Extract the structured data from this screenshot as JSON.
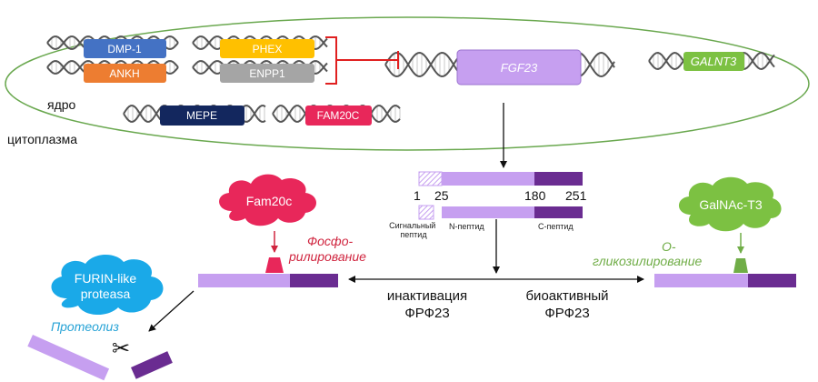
{
  "regions": {
    "nucleus": "ядро",
    "cytoplasm": "цитоплазма"
  },
  "genes": {
    "dmp1": "DMP-1",
    "ankh": "ANKH",
    "phex": "PHEX",
    "enpp1": "ENPP1",
    "fgf23": "FGF23",
    "galnt3": "GALNT3",
    "mepe": "MEPE",
    "fam20c": "FAM20C"
  },
  "protein": {
    "pos_start": "1",
    "pos_signal_end": "25",
    "pos_cleavage": "180",
    "pos_end": "251",
    "signal_peptide": "Сигнальный\nпептид",
    "n_peptide": "N-пептид",
    "c_peptide": "C-пептид"
  },
  "enzymes": {
    "fam20c": "Fam20c",
    "galnac": "GalNAc-T3",
    "furin_line1": "FURIN-like",
    "furin_line2": "proteasa"
  },
  "processes": {
    "phospho_line1": "Фосфо-",
    "phospho_line2": "рилирование",
    "glyco_line1": "О-",
    "glyco_line2": "гликозилирование",
    "proteolysis": "Протеолиз"
  },
  "outcomes": {
    "inactivation_line1": "инактивация",
    "inactivation_line2": "ФРФ23",
    "bioactive_line1": "биоактивный",
    "bioactive_line2": "ФРФ23"
  },
  "icons": {
    "scissors": "✂"
  },
  "colors": {
    "dmp1": "#4472c4",
    "ankh": "#ed7d31",
    "phex": "#ffc000",
    "enpp1": "#a5a5a5",
    "fgf23": "#c69ff0",
    "galnt3": "#7cc142",
    "mepe": "#13275e",
    "fam20c": "#e8275a",
    "n_peptide": "#c69ff0",
    "c_peptide": "#6a2c91",
    "inhibition": "#e02020",
    "nucleus_outline": "#6aa84f",
    "phospho": "#d0253f",
    "glyco": "#70ad47",
    "furin": "#1aa9e8",
    "proteolysis": "#27a3d6"
  }
}
